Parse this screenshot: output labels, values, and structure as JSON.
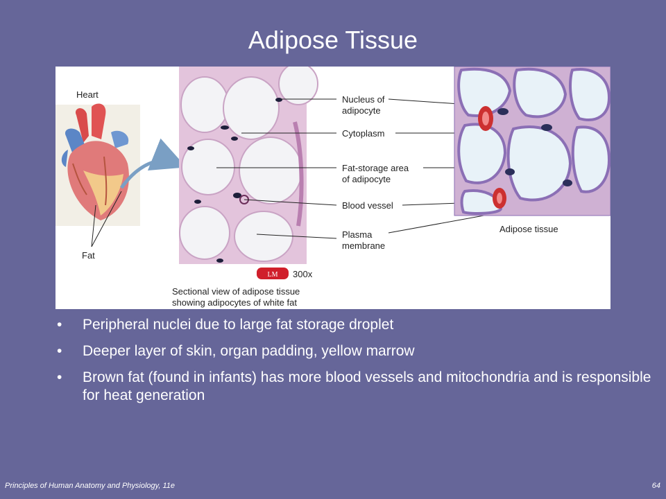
{
  "slide": {
    "title": "Adipose Tissue"
  },
  "figure": {
    "heart_label": "Heart",
    "fat_label": "Fat",
    "labels": {
      "nucleus": [
        "Nucleus of",
        "adipocyte"
      ],
      "cytoplasm": "Cytoplasm",
      "fat_storage": [
        "Fat-storage area",
        "of adipocyte"
      ],
      "blood_vessel": "Blood vessel",
      "plasma_membrane": [
        "Plasma",
        "membrane"
      ]
    },
    "lm_badge": "LM",
    "magnification": "300x",
    "caption": [
      "Sectional view of adipose tissue",
      "showing adipocytes of white fat"
    ],
    "diagram_caption": "Adipose tissue",
    "colors": {
      "micrograph_bg": "#e3c4dc",
      "cell_fill": "#f3f3f6",
      "diagram_bg": "#cfb1d3",
      "diagram_cell": "#e8f2f8",
      "membrane": "#8b6fb5",
      "nucleus": "#2b2f5a",
      "rbc": "#cc3030"
    }
  },
  "bullets": [
    "Peripheral nuclei due to large fat storage droplet",
    "Deeper layer of skin, organ padding, yellow marrow",
    "Brown fat (found in infants) has more blood vessels and mitochondria and is responsible for heat generation"
  ],
  "bullet_char": "•",
  "footer": {
    "source": "Principles of Human Anatomy and Physiology, 11e",
    "page": "64"
  }
}
